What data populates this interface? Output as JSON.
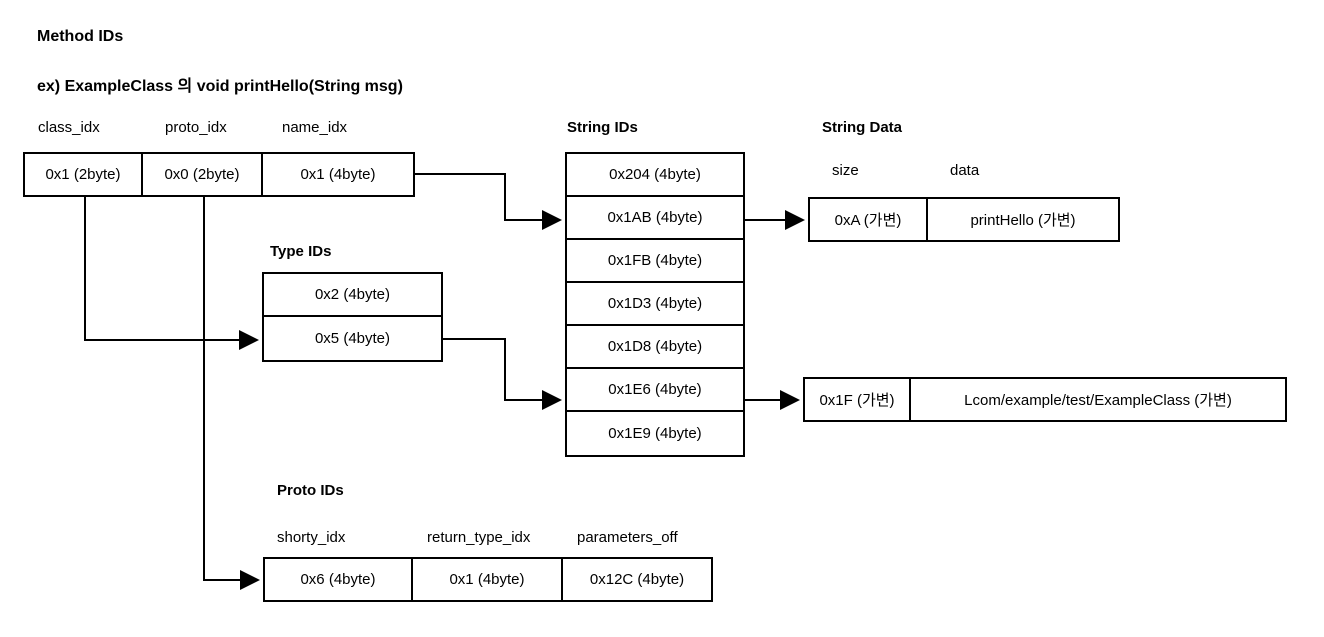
{
  "title": "Method IDs",
  "subtitle": "ex) ExampleClass 의 void printHello(String msg)",
  "method_ids": {
    "fields": [
      {
        "label": "class_idx",
        "value": "0x1 (2byte)"
      },
      {
        "label": "proto_idx",
        "value": "0x0 (2byte)"
      },
      {
        "label": "name_idx",
        "value": "0x1 (4byte)"
      }
    ]
  },
  "type_ids": {
    "header": "Type IDs",
    "rows": [
      "0x2 (4byte)",
      "0x5 (4byte)"
    ]
  },
  "string_ids": {
    "header": "String IDs",
    "rows": [
      "0x204 (4byte)",
      "0x1AB (4byte)",
      "0x1FB (4byte)",
      "0x1D3 (4byte)",
      "0x1D8 (4byte)",
      "0x1E6 (4byte)",
      "0x1E9 (4byte)"
    ]
  },
  "string_data": {
    "header": "String Data",
    "size_label": "size",
    "data_label": "data",
    "rows": [
      {
        "size": "0xA (가변)",
        "data": "printHello (가변)"
      },
      {
        "size": "0x1F (가변)",
        "data": "Lcom/example/test/ExampleClass (가변)"
      }
    ]
  },
  "proto_ids": {
    "header": "Proto IDs",
    "fields": [
      {
        "label": "shorty_idx",
        "value": "0x6 (4byte)"
      },
      {
        "label": "return_type_idx",
        "value": "0x1 (4byte)"
      },
      {
        "label": "parameters_off",
        "value": "0x12C (4byte)"
      }
    ]
  },
  "colors": {
    "stroke": "#000000",
    "background": "#ffffff",
    "text": "#000000"
  }
}
